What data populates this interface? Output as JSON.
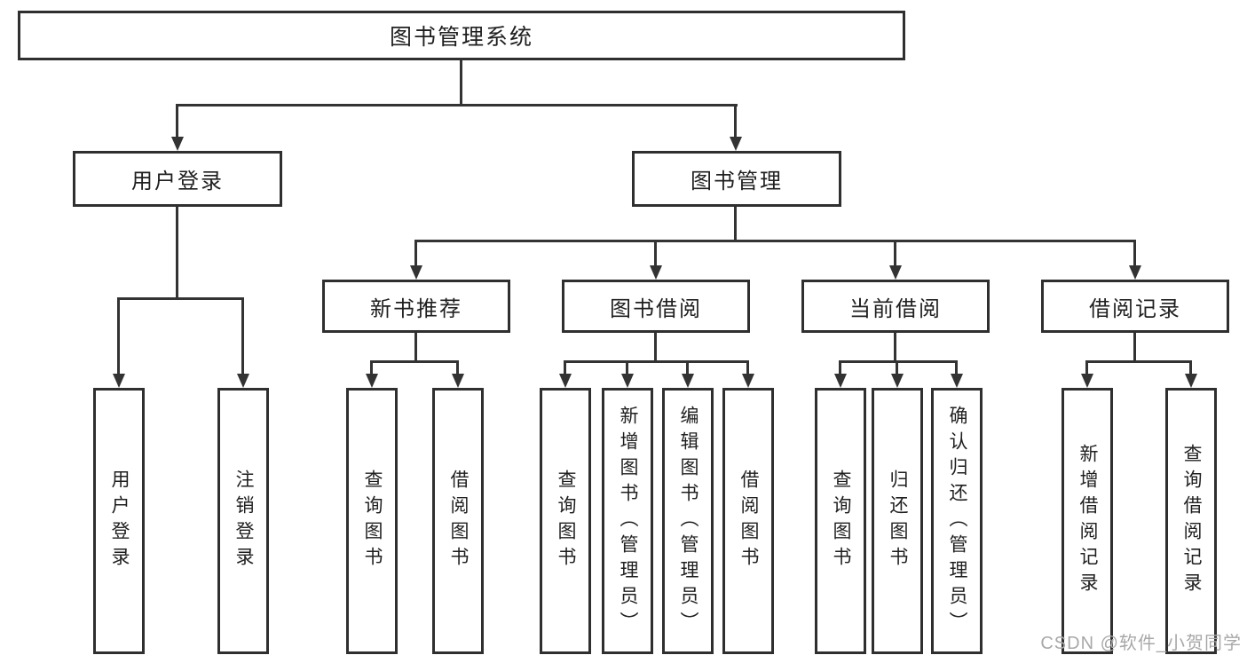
{
  "tree": {
    "root": {
      "label": "图书管理系统",
      "children": [
        {
          "label": "用户登录",
          "children": [
            {
              "label": "用户登录"
            },
            {
              "label": "注销登录"
            }
          ]
        },
        {
          "label": "图书管理",
          "children": [
            {
              "label": "新书推荐",
              "children": [
                {
                  "label": "查询图书"
                },
                {
                  "label": "借阅图书"
                }
              ]
            },
            {
              "label": "图书借阅",
              "children": [
                {
                  "label": "查询图书"
                },
                {
                  "label": "新增图书（管理员）"
                },
                {
                  "label": "编辑图书（管理员）"
                },
                {
                  "label": "借阅图书"
                }
              ]
            },
            {
              "label": "当前借阅",
              "children": [
                {
                  "label": "查询图书"
                },
                {
                  "label": "归还图书"
                },
                {
                  "label": "确认归还（管理员）"
                }
              ]
            },
            {
              "label": "借阅记录",
              "children": [
                {
                  "label": "新增借阅记录"
                },
                {
                  "label": "查询借阅记录"
                }
              ]
            }
          ]
        }
      ]
    }
  },
  "watermark": {
    "text": "CSDN @软件_小贺同学"
  },
  "colors": {
    "line": "#333333",
    "box_border": "#2f2f2f",
    "text": "#1f1f1f",
    "watermark": "#a8a8a8",
    "background": "#ffffff"
  }
}
